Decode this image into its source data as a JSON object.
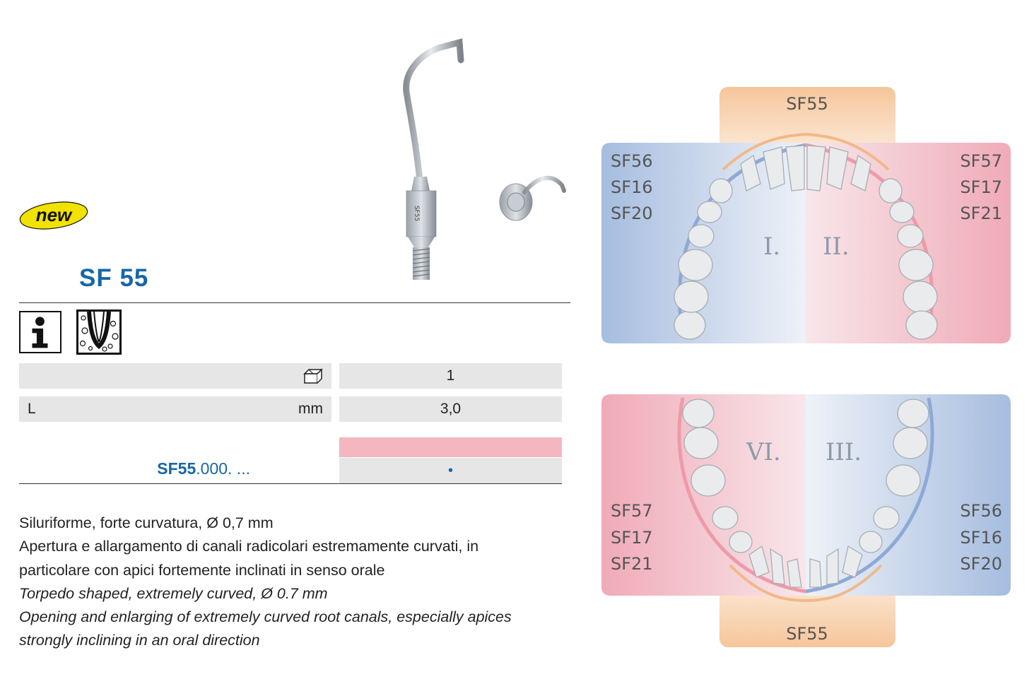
{
  "badge": {
    "text": "new"
  },
  "product": {
    "title": "SF 55"
  },
  "instrument": {
    "shank_label": "SF55"
  },
  "table": {
    "row1": {
      "unit_icon": "package-icon",
      "value": "1"
    },
    "row2": {
      "label": "L",
      "unit": "mm",
      "value": "3,0"
    },
    "row3": {
      "code_bold": "SF55",
      "code_rest": ".000. ...",
      "value": "•"
    },
    "color_band": "#f4b6bf"
  },
  "description": {
    "it_line1": "Siluriforme, forte curvatura, Ø 0,7 mm",
    "it_line2": "Apertura e allargamento di canali radicolari estremamente curvati, in",
    "it_line3": "particolare con apici fortemente inclinati in senso orale",
    "en_line1": "Torpedo shaped, extremely curved, Ø 0.7 mm",
    "en_line2": "Opening and enlarging of extremely curved root canals, especially apices",
    "en_line3": "strongly inclining in an oral direction"
  },
  "chart_upper": {
    "top_label": "SF55",
    "left_labels": [
      "SF56",
      "SF16",
      "SF20"
    ],
    "right_labels": [
      "SF57",
      "SF17",
      "SF21"
    ],
    "quadrant_left": "I.",
    "quadrant_right": "II."
  },
  "chart_lower": {
    "bottom_label": "SF55",
    "left_labels": [
      "SF57",
      "SF17",
      "SF21"
    ],
    "right_labels": [
      "SF56",
      "SF16",
      "SF20"
    ],
    "quadrant_left": "VI.",
    "quadrant_right": "III."
  },
  "colors": {
    "accent_blue": "#1766a8",
    "quadrant_blue": "#a9bfe0",
    "quadrant_pink": "#f2b7c1",
    "front_orange": "#f6c69b"
  }
}
